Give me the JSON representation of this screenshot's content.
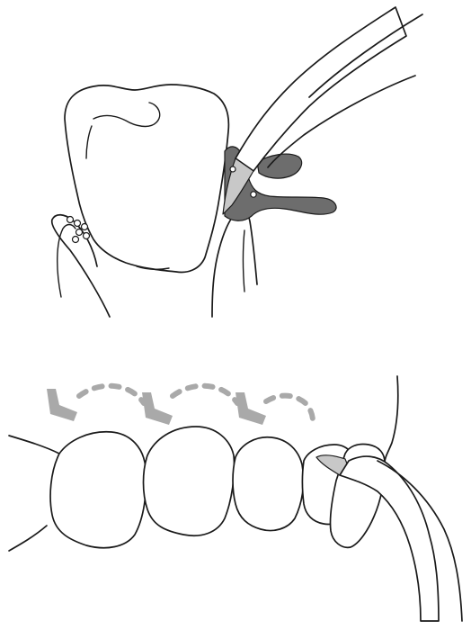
{
  "colors": {
    "line": "#1a1a1a",
    "background": "#ffffff",
    "biofilm_dark": "#6d6d6d",
    "tip_light": "#c8c8c8",
    "motion_arrow": "#a9a9a9"
  },
  "figures": [
    {
      "id": "top",
      "subject": "molar-with-instrument-tip-in-pocket"
    },
    {
      "id": "bottom",
      "subject": "anterior-teeth-with-instrument-sweep"
    }
  ]
}
